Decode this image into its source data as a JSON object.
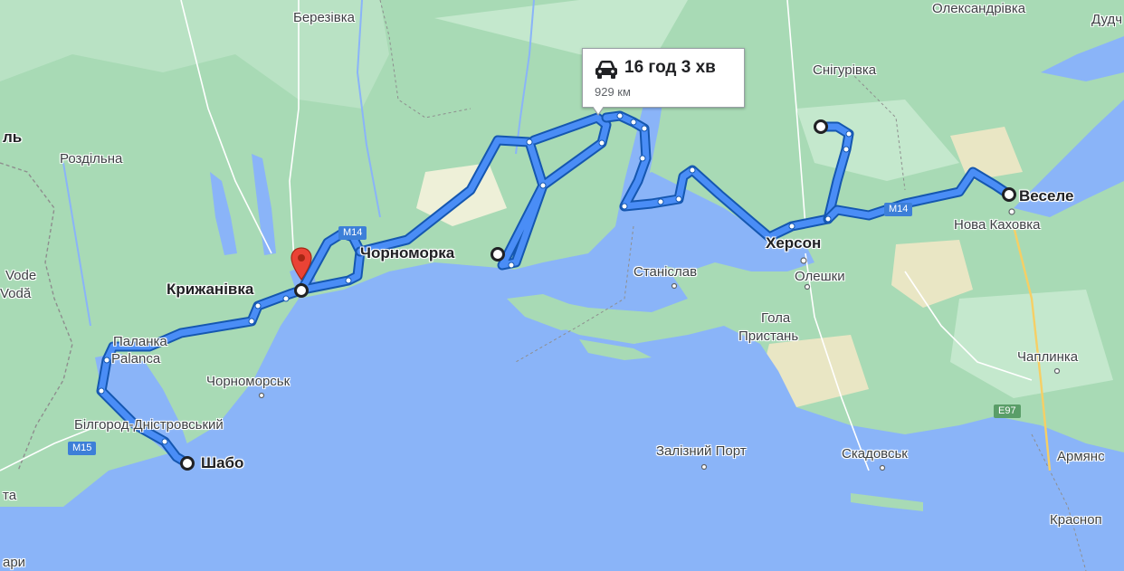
{
  "route": {
    "duration": "16 год 3 хв",
    "distance": "929 км",
    "travel_mode_icon": "car-icon",
    "color": "#1a73e8"
  },
  "waypoints": {
    "shabo": "Шабо",
    "kryzhanivka": "Крижанівка",
    "chornomorka": "Чорноморка",
    "vesele": "Веселе"
  },
  "places": {
    "berezivka": "Березівка",
    "oleksandrivka": "Олександрівка",
    "dudchany": "Дудч",
    "snihurivka": "Снігурівка",
    "rozdilna": "Роздільна",
    "kherson": "Херсон",
    "nova_kakhovka": "Нова Каховка",
    "stanislav": "Станіслав",
    "oleshky": "Олешки",
    "hola_prystan_1": "Гола",
    "hola_prystan_2": "Пристань",
    "chaplynka": "Чаплинка",
    "palanka": "Паланка",
    "palanca": "Palanca",
    "chornomorsk": "Чорноморськ",
    "bilhorod": "Білгород-Дністровський",
    "zaliznyi_port": "Залізний Порт",
    "skadovsk": "Скадовськ",
    "armiansk": "Армянс",
    "krasnoperekopsk": "Красноп",
    "edge_ol": "ль",
    "edge_vode": "Vode",
    "edge_voda": "Vodă",
    "edge_ta": "та",
    "edge_ari": "ари"
  },
  "roads": {
    "m14_west": "M14",
    "m14_east": "M14",
    "m15": "M15",
    "e97": "E97"
  },
  "colors": {
    "water": "#8ab4f8",
    "land": "#a8dab5",
    "land_light": "#d8eedf",
    "sand": "#f0ead6",
    "route": "#1a73e8",
    "route_outline": "#1557b0",
    "pin": "#ea4335"
  }
}
